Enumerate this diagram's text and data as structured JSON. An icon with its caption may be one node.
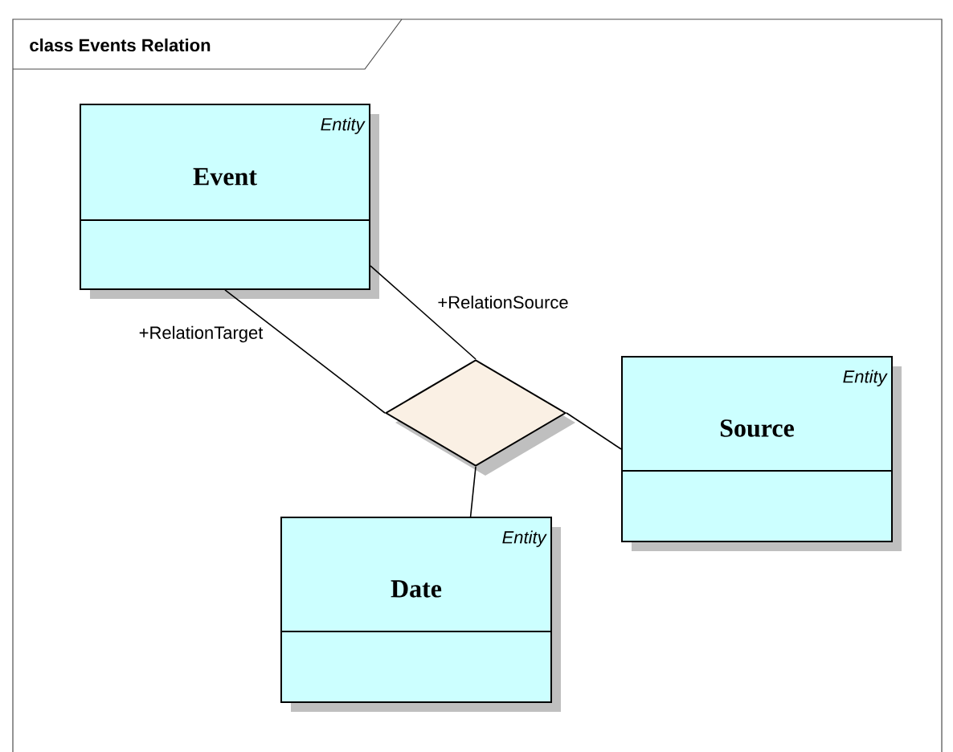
{
  "diagram": {
    "title": "class Events Relation",
    "nodes": [
      {
        "text": [
          "Entity",
          "Event"
        ]
      },
      {
        "text": [],
        "shape": "diamond"
      },
      {
        "text": [
          "Entity",
          "Source"
        ]
      },
      {
        "text": [
          "Entity",
          "Date"
        ]
      }
    ],
    "edges": [
      {
        "from": 0,
        "to": 1,
        "arrow": "none",
        "label": "+RelationTarget"
      },
      {
        "from": 0,
        "to": 1,
        "arrow": "none",
        "label": "+RelationSource"
      },
      {
        "from": 1,
        "to": 2,
        "arrow": "none"
      },
      {
        "from": 1,
        "to": 3,
        "arrow": "none"
      }
    ]
  }
}
